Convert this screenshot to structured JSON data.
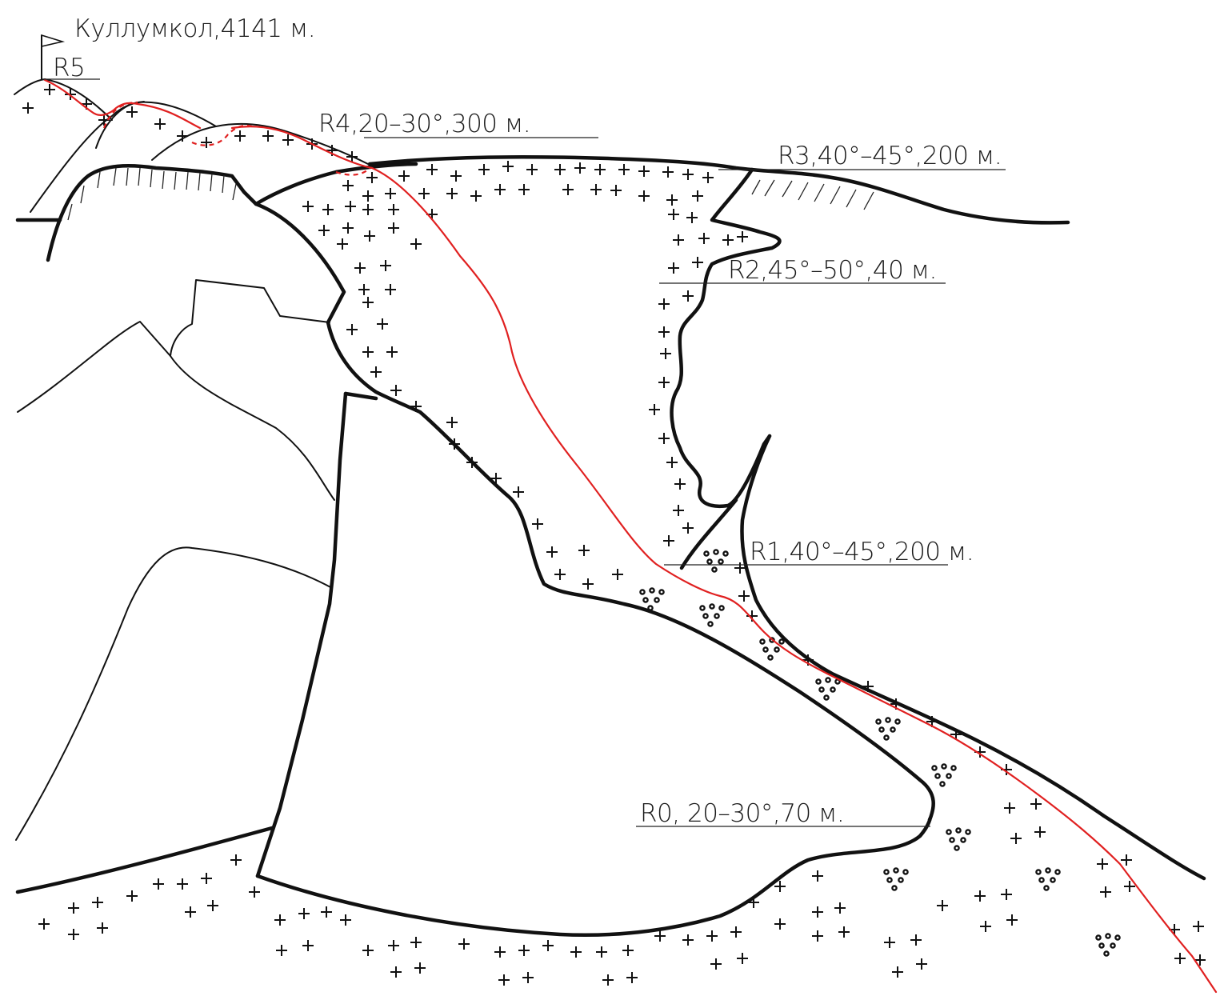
{
  "summit": {
    "label": "Куллумкол,4141 м."
  },
  "stations": [
    {
      "id": "R5",
      "label": "R5"
    },
    {
      "id": "R4",
      "label": "R4,20–30°,300 м."
    },
    {
      "id": "R3",
      "label": "R3,40°–45°,200 м."
    },
    {
      "id": "R2",
      "label": "R2,45°–50°,40 м."
    },
    {
      "id": "R1",
      "label": "R1,40°–45°,200 м."
    },
    {
      "id": "R0",
      "label": "R0, 20–30°,70 м."
    }
  ],
  "colors": {
    "route": "#e02020",
    "ink": "#111111",
    "background": "#ffffff"
  },
  "icons": {
    "summit_marker": "flag-icon"
  }
}
